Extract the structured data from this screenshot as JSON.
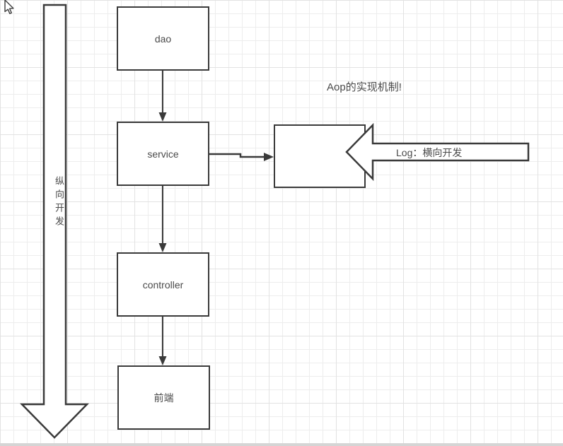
{
  "colors": {
    "stroke": "#3a3a3a",
    "text": "#4a4a4a",
    "background": "#ffffff",
    "grid_line": "#ededed",
    "grid_major": "#e2e2e2",
    "bottom_edge": "#d5d5d5"
  },
  "diagram": {
    "annotation": "Aop的实现机制!",
    "flow_nodes": [
      {
        "label": "dao"
      },
      {
        "label": "service"
      },
      {
        "label": "controller"
      },
      {
        "label": "前端"
      }
    ],
    "vertical_arrow": {
      "label": "纵向开发"
    },
    "block_arrow": {
      "label": "Log：横向开发"
    }
  }
}
